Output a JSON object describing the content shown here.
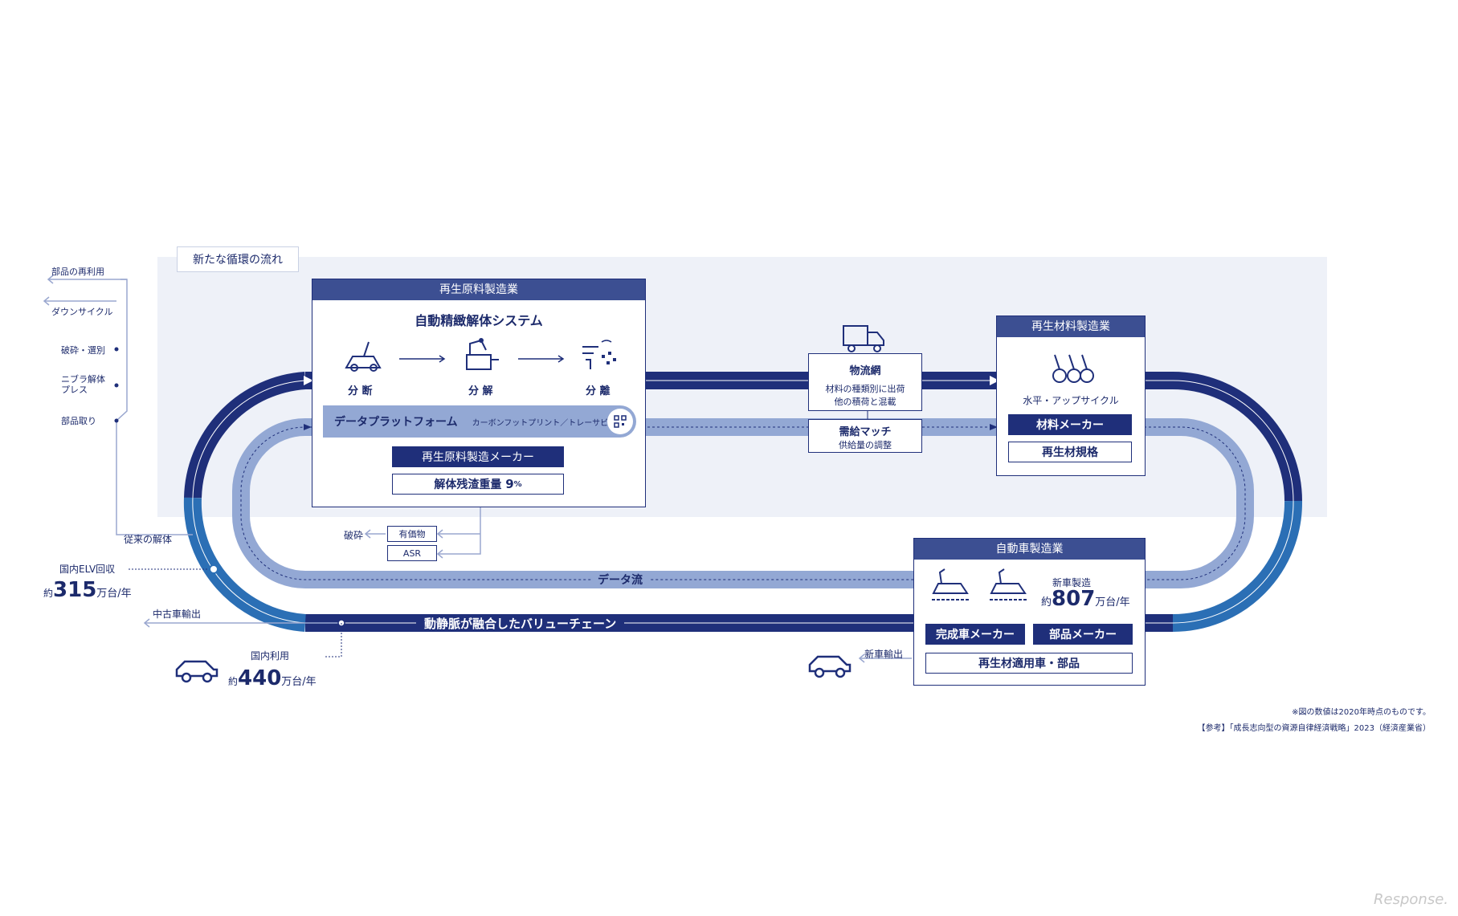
{
  "section_tag": "新たな循環の流れ",
  "left_list": {
    "parts_reuse": "部品の再利用",
    "downcycle": "ダウンサイクル",
    "crush_sort": "破砕・選別",
    "nibbler_line1": "ニブラ解体",
    "nibbler_line2": "プレス",
    "parts_removal": "部品取り",
    "conventional": "従来の解体"
  },
  "recycled_raw": {
    "header": "再生原料製造業",
    "title": "自動精緻解体システム",
    "steps": [
      "分 断",
      "分 解",
      "分 離"
    ],
    "platform_label": "データプラットフォーム",
    "platform_sub": "カーボンフットプリント／トレーサビリティ",
    "maker": "再生原料製造メーカー",
    "residue": "解体残渣重量",
    "residue_value": "9",
    "residue_unit": "%"
  },
  "residue_flow": {
    "crush": "破砕",
    "valuables": "有価物",
    "asr": "ASR"
  },
  "logistics": {
    "title": "物流網",
    "line1": "材料の種類別に出荷",
    "line2": "他の積荷と混載",
    "match_title": "需給マッチ",
    "match_sub": "供給量の調整"
  },
  "recycled_material": {
    "header": "再生材料製造業",
    "label": "水平・アップサイクル",
    "maker": "材料メーカー",
    "standard": "再生材規格"
  },
  "auto": {
    "header": "自動車製造業",
    "new_label": "新車製造",
    "approx": "約",
    "new_value": "807",
    "unit": "万台/年",
    "oem": "完成車メーカー",
    "parts": "部品メーカー",
    "applied": "再生材適用車・部品",
    "export": "新車輸出"
  },
  "loop_labels": {
    "data_flow": "データ流",
    "value_chain": "動静脈が融合したバリューチェーン"
  },
  "elv": {
    "label": "国内ELV回収",
    "approx": "約",
    "value": "315",
    "unit": "万台/年"
  },
  "used_export": "中古車輸出",
  "domestic": {
    "label": "国内利用",
    "approx": "約",
    "value": "440",
    "unit": "万台/年"
  },
  "notes": {
    "line1": "※図の数値は2020年時点のものです。",
    "line2": "【参考】「成長志向型の資源自律経済戦略」2023（経済産業省）"
  },
  "watermark": "Response.",
  "colors": {
    "navy": "#1f2f7a",
    "mid_blue": "#2b6fb5",
    "light_blue": "#93a8d4",
    "bg_band": "#eef1f8"
  }
}
